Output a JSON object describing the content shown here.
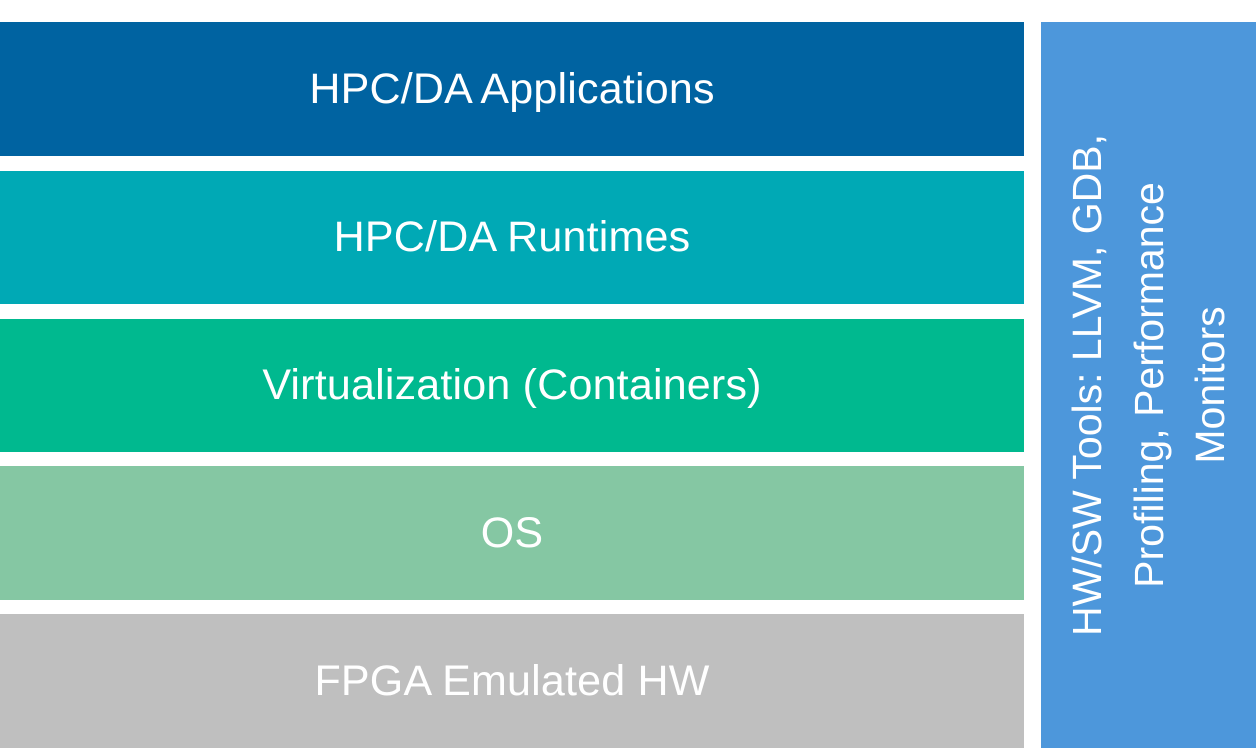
{
  "layers": [
    {
      "label": "HPC/DA Applications",
      "color": "#0063a1"
    },
    {
      "label": "HPC/DA Runtimes",
      "color": "#00a9b5"
    },
    {
      "label": "Virtualization (Containers)",
      "color": "#00b98f"
    },
    {
      "label": "OS",
      "color": "#85c7a3"
    },
    {
      "label": "FPGA Emulated HW",
      "color": "#bfbfbf"
    }
  ],
  "side_panel": {
    "label": "HW/SW Tools: LLVM, GDB,\nProfiling, Performance\nMonitors",
    "color": "#4d97db"
  }
}
